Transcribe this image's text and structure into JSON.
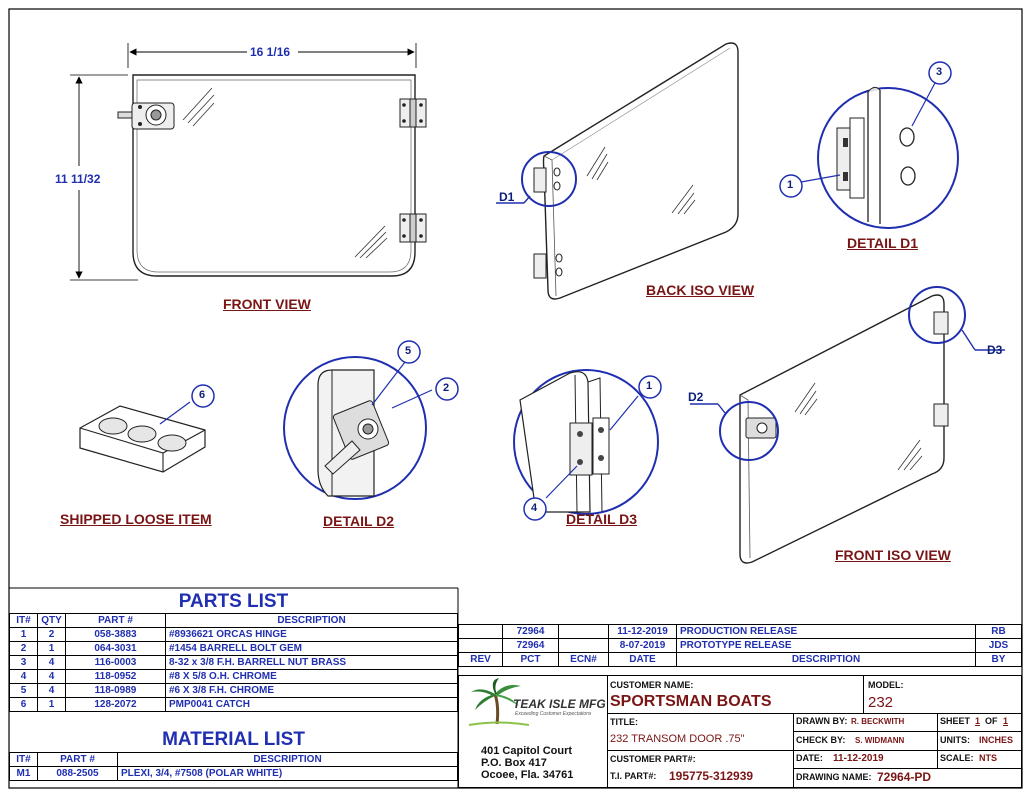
{
  "drawing": {
    "front_view": {
      "label": "FRONT VIEW",
      "width_dim": "16 1/16",
      "height_dim": "11 11/32"
    },
    "back_iso": {
      "label": "BACK ISO VIEW",
      "callout": "D1"
    },
    "front_iso": {
      "label": "FRONT ISO VIEW",
      "callout_left": "D2",
      "callout_right": "D3"
    },
    "detail_d1": {
      "label": "DETAIL  D1",
      "balloons": [
        "1",
        "3"
      ]
    },
    "detail_d2": {
      "label": "DETAIL  D2",
      "balloons": [
        "5",
        "2"
      ]
    },
    "detail_d3": {
      "label": "DETAIL  D3",
      "balloons": [
        "1",
        "4"
      ]
    },
    "loose_item": {
      "label": "SHIPPED LOOSE ITEM",
      "balloon": "6"
    }
  },
  "parts_list": {
    "title": "PARTS LIST",
    "headers": [
      "IT#",
      "QTY",
      "PART #",
      "DESCRIPTION"
    ],
    "rows": [
      [
        "1",
        "2",
        "058-3883",
        "#8936621 ORCAS HINGE"
      ],
      [
        "2",
        "1",
        "064-3031",
        "#1454 BARRELL BOLT GEM"
      ],
      [
        "3",
        "4",
        "116-0003",
        "8-32 x 3/8 F.H. BARRELL NUT BRASS"
      ],
      [
        "4",
        "4",
        "118-0952",
        "#8 X 5/8 O.H. CHROME"
      ],
      [
        "5",
        "4",
        "118-0989",
        "#6 X 3/8 F.H. CHROME"
      ],
      [
        "6",
        "1",
        "128-2072",
        "PMP0041 CATCH"
      ]
    ]
  },
  "material_list": {
    "title": "MATERIAL LIST",
    "headers": [
      "IT#",
      "PART #",
      "DESCRIPTION"
    ],
    "rows": [
      [
        "M1",
        "088-2505",
        "PLEXI, 3/4, #7508 (POLAR WHITE)"
      ]
    ]
  },
  "revisions": {
    "headers": [
      "REV",
      "PCT",
      "ECN#",
      "DATE",
      "DESCRIPTION",
      "BY"
    ],
    "rows": [
      [
        "",
        "72964",
        "",
        "11-12-2019",
        "PRODUCTION RELEASE",
        "RB"
      ],
      [
        "",
        "72964",
        "",
        "8-07-2019",
        "PROTOTYPE RELEASE",
        "JDS"
      ]
    ]
  },
  "company": {
    "name": "TEAK ISLE MFG",
    "tagline": "Exceeding Customer Expectations",
    "address": [
      "401 Capitol Court",
      "P.O. Box 417",
      "Ocoee, Fla. 34761"
    ]
  },
  "title_block": {
    "customer_name_label": "CUSTOMER NAME:",
    "customer_name": "SPORTSMAN BOATS",
    "model_label": "MODEL:",
    "model": "232",
    "title_label": "TITLE:",
    "title": "232 TRANSOM DOOR .75\"",
    "customer_part_label": "CUSTOMER PART#:",
    "ti_part_label": "T.I. PART#:",
    "ti_part": "195775-312939",
    "drawn_by_label": "DRAWN BY:",
    "drawn_by": "R. BECKWITH",
    "check_by_label": "CHECK BY:",
    "check_by": "S. WIDMANN",
    "date_label": "DATE:",
    "date": "11-12-2019",
    "drawing_name_label": "DRAWING NAME:",
    "drawing_name": "72964-PD",
    "sheet_label": "SHEET",
    "sheet_num": "1",
    "sheet_of": "OF",
    "sheet_total": "1",
    "units_label": "UNITS:",
    "units": "INCHES",
    "scale_label": "SCALE:",
    "scale": "NTS"
  },
  "colors": {
    "blue": "#1f2fb0",
    "maroon": "#7a1515",
    "navy": "#0c1e7a"
  }
}
